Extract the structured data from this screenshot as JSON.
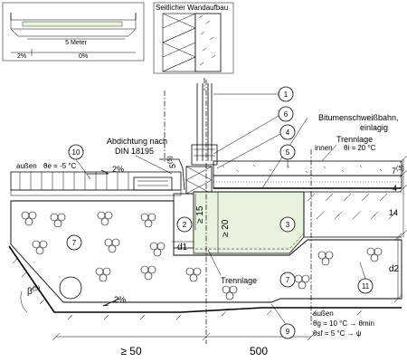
{
  "colors": {
    "insulation": "#e8f2dd",
    "line": "#000000",
    "background": "#ffffff"
  },
  "inset_left": {
    "length_label": "5 Meter",
    "slope_left": "2%",
    "slope_right": "0%"
  },
  "inset_right": {
    "title": "Seitlicher Wandaufbau"
  },
  "labels": {
    "abdichtung_line1": "Abdichtung nach",
    "abdichtung_line2": "DIN 18195",
    "bitumen_line1": "Bitumenschweißbahn,",
    "bitumen_line2": "einlagig",
    "trennlage_top": "Trennlage",
    "trennlage_bottom": "Trennlage",
    "aussen_left": "außen",
    "theta_e": "θe = -5 °C",
    "innen": "innen",
    "theta_i": "θi = 20 °C",
    "aussen_bottom": "außen",
    "theta_g": "θg = 10 °C → θmin",
    "theta_sf": "θsf = 5 °C → ψ",
    "slope_top": "2%",
    "slope_bottom": "2%",
    "beta": "β",
    "beta_sup": "(5)",
    "five_top": "5",
    "five_top_sup": "(5)",
    "ge15": "≥ 15",
    "ge20": "≥ 20",
    "d1": "d1",
    "d2": "d2",
    "seven_five": "7",
    "seven_five_sup": "(5)",
    "dim_4": "4",
    "dim_14": "14",
    "dim_ge50": "≥ 50",
    "dim_500": "500"
  },
  "callouts": [
    "1",
    "2",
    "3",
    "4",
    "5",
    "6",
    "7",
    "7",
    "9",
    "10",
    "11"
  ]
}
